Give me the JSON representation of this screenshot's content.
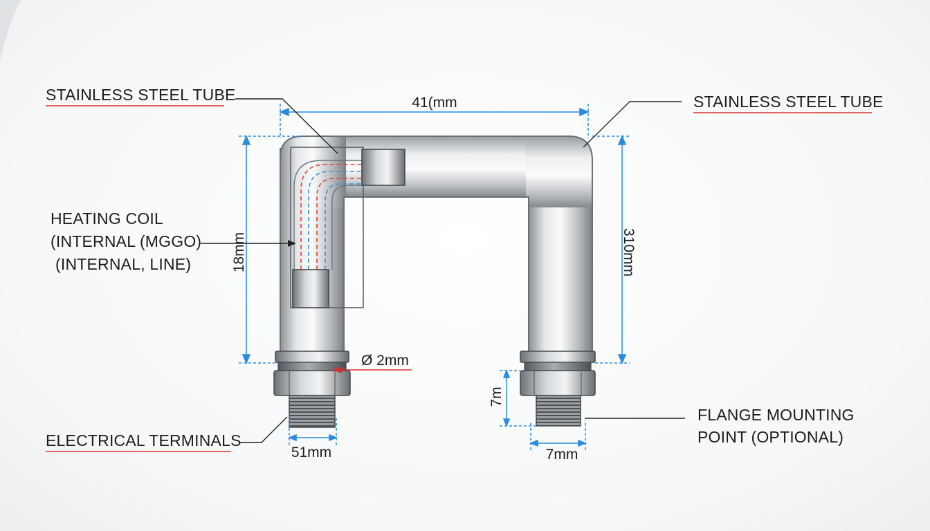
{
  "callouts": {
    "tube_left": "STAINLESS STEEL TUBE",
    "tube_right": "STAINLESS STEEL TUBE",
    "coil": [
      "HEATING COIL",
      "(INTERNAL (MGGO)",
      "(INTERNAL, LINE)"
    ],
    "terminals": "ELECTRICAL TERMINALS",
    "flange": [
      "FLANGE MOUNTING",
      "POINT (OPTIONAL)"
    ]
  },
  "dimensions": {
    "overall_width": "41(mm",
    "left_height": "18mm",
    "right_height": "310mm",
    "diameter": "Ø 2mm",
    "left_thread_width": "51mm",
    "right_thread_width": "7mm",
    "right_fitting_height": "7m"
  },
  "colors": {
    "dimension_line": "#2a8bdc",
    "underline": "#d9302c",
    "leader": "#222222",
    "coil_red": "#e0433a",
    "coil_blue": "#3a8fd8"
  }
}
